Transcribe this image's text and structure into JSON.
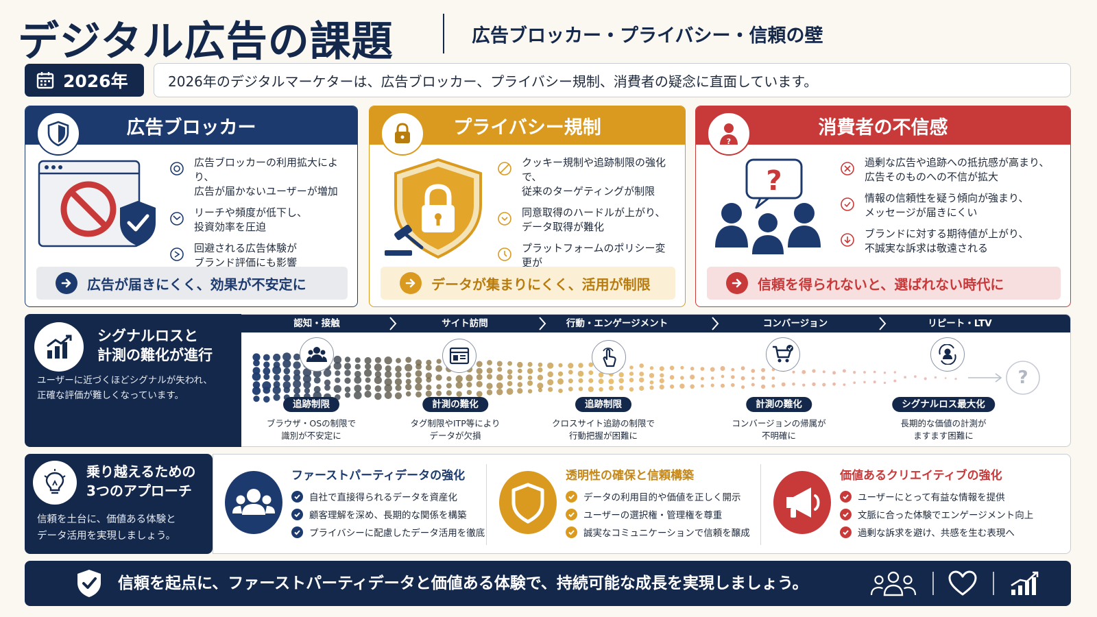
{
  "header": {
    "title": "デジタル広告の課題",
    "subtitle": "広告ブロッカー・プライバシー・信頼の壁",
    "year": "2026年",
    "intro": "2026年のデジタルマーケターは、広告ブロッカー、プライバシー規制、消費者の疑念に直面しています。"
  },
  "cards": [
    {
      "title": "広告ブロッカー",
      "color": "#1c3a6e",
      "bullets": [
        "広告ブロッカーの利用拡大により、\n広告が届かないユーザーが増加",
        "リーチや頻度が低下し、\n投資効率を圧迫",
        "回避される広告体験が\nブランド評価にも影響"
      ],
      "footer": "広告が届きにくく、効果が不安定に",
      "footer_bg": "#e8eaee",
      "footer_color": "#1c3a6e"
    },
    {
      "title": "プライバシー規制",
      "color": "#d99a1f",
      "bullets": [
        "クッキー規制や追跡制限の強化で、\n従来のターゲティングが制限",
        "同意取得のハードルが上がり、\nデータ取得が難化",
        "プラットフォームのポリシー変更が\n成果に大きく影響"
      ],
      "footer": "データが集まりにくく、活用が制限",
      "footer_bg": "#fbefd6",
      "footer_color": "#b87c0e"
    },
    {
      "title": "消費者の不信感",
      "color": "#c8393a",
      "bullets": [
        "過剰な広告や追跡への抵抗感が高まり、\n広告そのものへの不信が拡大",
        "情報の信頼性を疑う傾向が強まり、\nメッセージが届きにくい",
        "ブランドに対する期待値が上がり、\n不誠実な訴求は敬遠される"
      ],
      "footer": "信頼を得られないと、選ばれない時代に",
      "footer_bg": "#f8dfdf",
      "footer_color": "#c8393a"
    }
  ],
  "signal": {
    "title": "シグナルロスと\n計測の難化が進行",
    "desc": "ユーザーに近づくほどシグナルが失われ、\n正確な評価が難しくなっています。",
    "stages": [
      "認知・接触",
      "サイト訪問",
      "行動・エンゲージメント",
      "コンバージョン",
      "リピート・LTV"
    ],
    "nodes": [
      {
        "pill": "追跡制限",
        "caption": "ブラウザ・OSの制限で\n識別が不安定に",
        "icon": "users-icon"
      },
      {
        "pill": "計測の難化",
        "caption": "タグ制限やITP等により\nデータが欠損",
        "icon": "webpage-icon"
      },
      {
        "pill": "追跡制限",
        "caption": "クロスサイト追跡の制限で\n行動把握が困難に",
        "icon": "click-hand-icon"
      },
      {
        "pill": "計測の難化",
        "caption": "コンバージョンの帰属が\n不明確に",
        "icon": "cart-icon"
      },
      {
        "pill": "シグナルロス最大化",
        "caption": "長期的な価値の計測が\nますます困難に",
        "icon": "user-cycle-icon"
      }
    ],
    "end_mark": "?"
  },
  "approaches": {
    "title": "乗り越えるための\n3つのアプローチ",
    "desc": "信頼を土台に、価値ある体験と\nデータ活用を実現しましょう。",
    "items": [
      {
        "title": "ファーストパーティデータの強化",
        "color": "#1c3a6e",
        "points": [
          "自社で直接得られるデータを資産化",
          "顧客理解を深め、長期的な関係を構築",
          "プライバシーに配慮したデータ活用を徹底"
        ]
      },
      {
        "title": "透明性の確保と信頼構築",
        "color": "#d99a1f",
        "points": [
          "データの利用目的や価値を正しく開示",
          "ユーザーの選択権・管理権を尊重",
          "誠実なコミュニケーションで信頼を醸成"
        ]
      },
      {
        "title": "価値あるクリエイティブの強化",
        "color": "#c8393a",
        "points": [
          "ユーザーにとって有益な情報を提供",
          "文脈に合った体験でエンゲージメント向上",
          "過剰な訴求を避け、共感を生む表現へ"
        ]
      }
    ]
  },
  "banner": {
    "message": "信頼を起点に、ファーストパーティデータと価値ある体験で、持続可能な成長を実現しましょう。"
  }
}
